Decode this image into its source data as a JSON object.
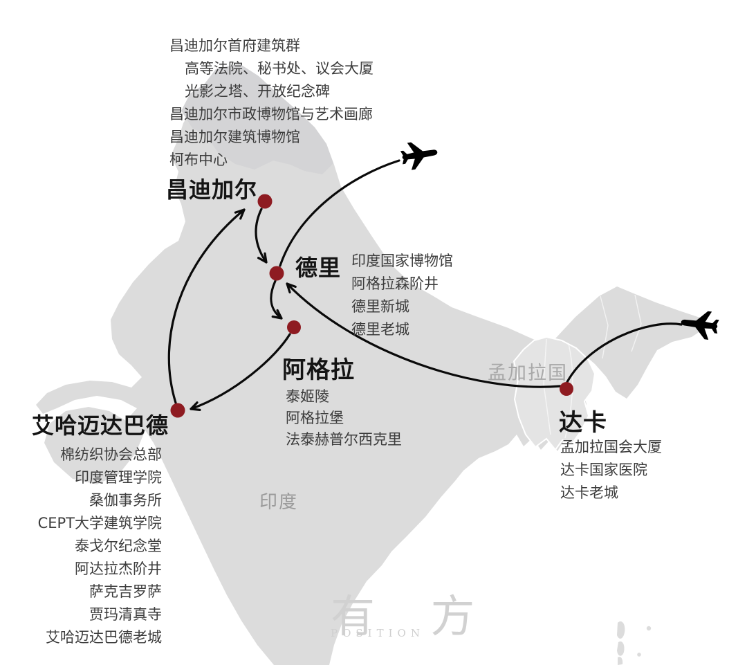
{
  "map": {
    "country_labels": {
      "india": "印度",
      "bangladesh": "孟加拉国"
    },
    "watermark": {
      "cn": "有 方",
      "en": "POSITION"
    },
    "colors": {
      "background": "#ffffff",
      "land": "#dcdcdc",
      "kashmir_region": "#d4d4d6",
      "bangladesh_land": "#e4e4e4",
      "city_dot": "#8e1b21",
      "route_line": "#0a0a0a",
      "city_label": "#141414",
      "poi_text": "#3c3c3c"
    }
  },
  "cities": [
    {
      "name": "昌迪加尔",
      "attractions": [
        "昌迪加尔首府建筑群",
        "高等法院、秘书处、议会大厦",
        "光影之塔、开放纪念碑",
        "昌迪加尔市政博物馆与艺术画廊",
        "昌迪加尔建筑博物馆",
        "柯布中心"
      ]
    },
    {
      "name": "德里",
      "attractions": [
        "印度国家博物馆",
        "阿格拉森阶井",
        "德里新城",
        "德里老城"
      ]
    },
    {
      "name": "阿格拉",
      "attractions": [
        "泰姬陵",
        "阿格拉堡",
        "法泰赫普尔西克里"
      ]
    },
    {
      "name": "艾哈迈达巴德",
      "attractions": [
        "棉纺织协会总部",
        "印度管理学院",
        "桑伽事务所",
        "CEPT大学建筑学院",
        "泰戈尔纪念堂",
        "阿达拉杰阶井",
        "萨克吉罗萨",
        "贾玛清真寺",
        "艾哈迈达巴德老城"
      ]
    },
    {
      "name": "达卡",
      "attractions": [
        "孟加拉国会大厦",
        "达卡国家医院",
        "达卡老城"
      ]
    }
  ],
  "routes": [
    {
      "type": "flight-arrival",
      "to": "达卡"
    },
    {
      "type": "ground",
      "from": "达卡",
      "to": "德里"
    },
    {
      "type": "ground",
      "from": "德里",
      "to": "阿格拉"
    },
    {
      "type": "ground",
      "from": "阿格拉",
      "to": "艾哈迈达巴德"
    },
    {
      "type": "ground",
      "from": "艾哈迈达巴德",
      "to": "昌迪加尔"
    },
    {
      "type": "ground",
      "from": "昌迪加尔",
      "to": "德里"
    },
    {
      "type": "flight-departure",
      "from": "德里"
    }
  ]
}
